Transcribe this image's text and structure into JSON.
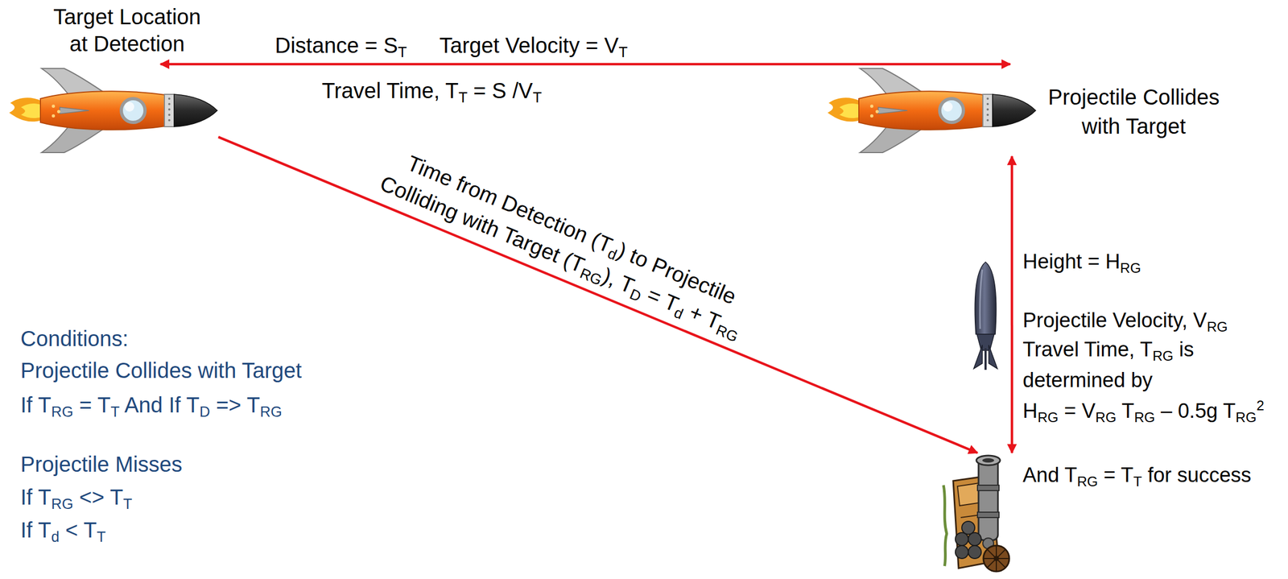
{
  "diagram": {
    "nodes": [
      {
        "text": [
          "Target Location at Detection"
        ]
      },
      {
        "text": [
          "Projectile Collides with Target"
        ]
      },
      {
        "text": [
          "And TRG = TT for success"
        ]
      }
    ],
    "edges": [
      {
        "from": 0,
        "to": 1,
        "arrow": "both",
        "label": "Distance = ST"
      },
      {
        "from": 0,
        "to": 2,
        "arrow": "to",
        "label": "Time from Detection (Td) to Projectile Colliding with Target (TRG), TD = Td + TRG"
      },
      {
        "from": 1,
        "to": 2,
        "arrow": "both",
        "label": "Height = HRG"
      }
    ],
    "labels": [
      "Target Velocity = VT",
      "Travel Time, TT = S /VT",
      "Projectile Velocity, VRG",
      "Travel Time, TRG is determined by HRG = VRG TRG – 0.5g TRG2",
      "Conditions:",
      "Projectile Collides with Target",
      "If TRG = TT And If TD => TRG",
      "Projectile Misses",
      "If TRG <> TT",
      "If Td < TT"
    ]
  }
}
